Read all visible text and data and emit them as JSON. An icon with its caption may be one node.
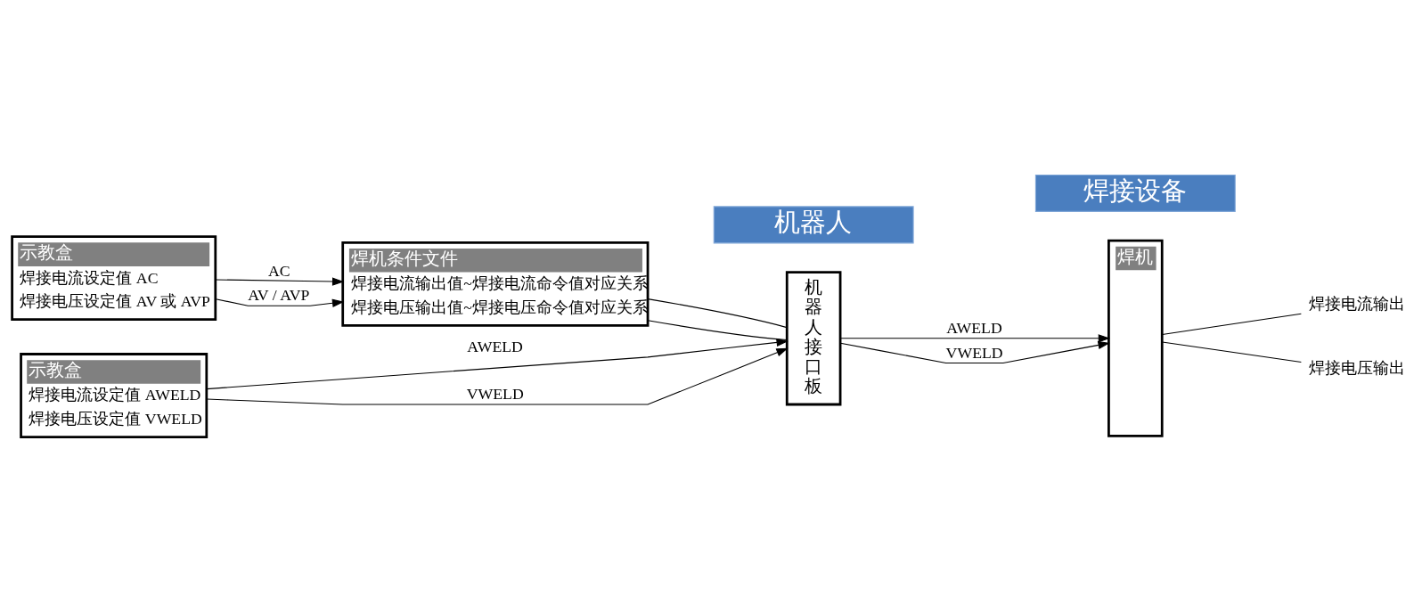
{
  "diagram": {
    "nodes": [
      {
        "text": [
          "示教盒",
          "焊接电流设定值 AC",
          "焊接电压设定值 AV 或 AVP"
        ]
      },
      {
        "text": [
          "示教盒",
          "焊接电流设定值 AWELD",
          "焊接电压设定值 VWELD"
        ]
      },
      {
        "text": [
          "焊机条件文件",
          "焊接电流输出值~焊接电流命令值对应关系",
          "焊接电压输出值~焊接电压命令值对应关系"
        ]
      },
      {
        "text": [
          "机器人接口板"
        ]
      },
      {
        "text": [
          "焊机"
        ]
      },
      {
        "text": [
          "焊接电流输出"
        ]
      },
      {
        "text": [
          "焊接电压输出"
        ]
      },
      {
        "text": [
          "机器人"
        ]
      },
      {
        "text": [
          "焊接设备"
        ]
      }
    ],
    "edges": [
      {
        "from": 0,
        "to": 2,
        "label": "AC",
        "arrow": "to"
      },
      {
        "from": 0,
        "to": 2,
        "label": "AV / AVP",
        "arrow": "to"
      },
      {
        "from": 1,
        "to": 3,
        "label": "AWELD",
        "arrow": "to"
      },
      {
        "from": 1,
        "to": 3,
        "label": "VWELD",
        "arrow": "to"
      },
      {
        "from": 2,
        "to": 3,
        "arrow": "none"
      },
      {
        "from": 2,
        "to": 3,
        "arrow": "none"
      },
      {
        "from": 3,
        "to": 4,
        "label": "AWELD",
        "arrow": "to"
      },
      {
        "from": 3,
        "to": 4,
        "label": "VWELD",
        "arrow": "to"
      },
      {
        "from": 4,
        "to": 5,
        "arrow": "none"
      },
      {
        "from": 4,
        "to": 6,
        "arrow": "none"
      }
    ]
  }
}
